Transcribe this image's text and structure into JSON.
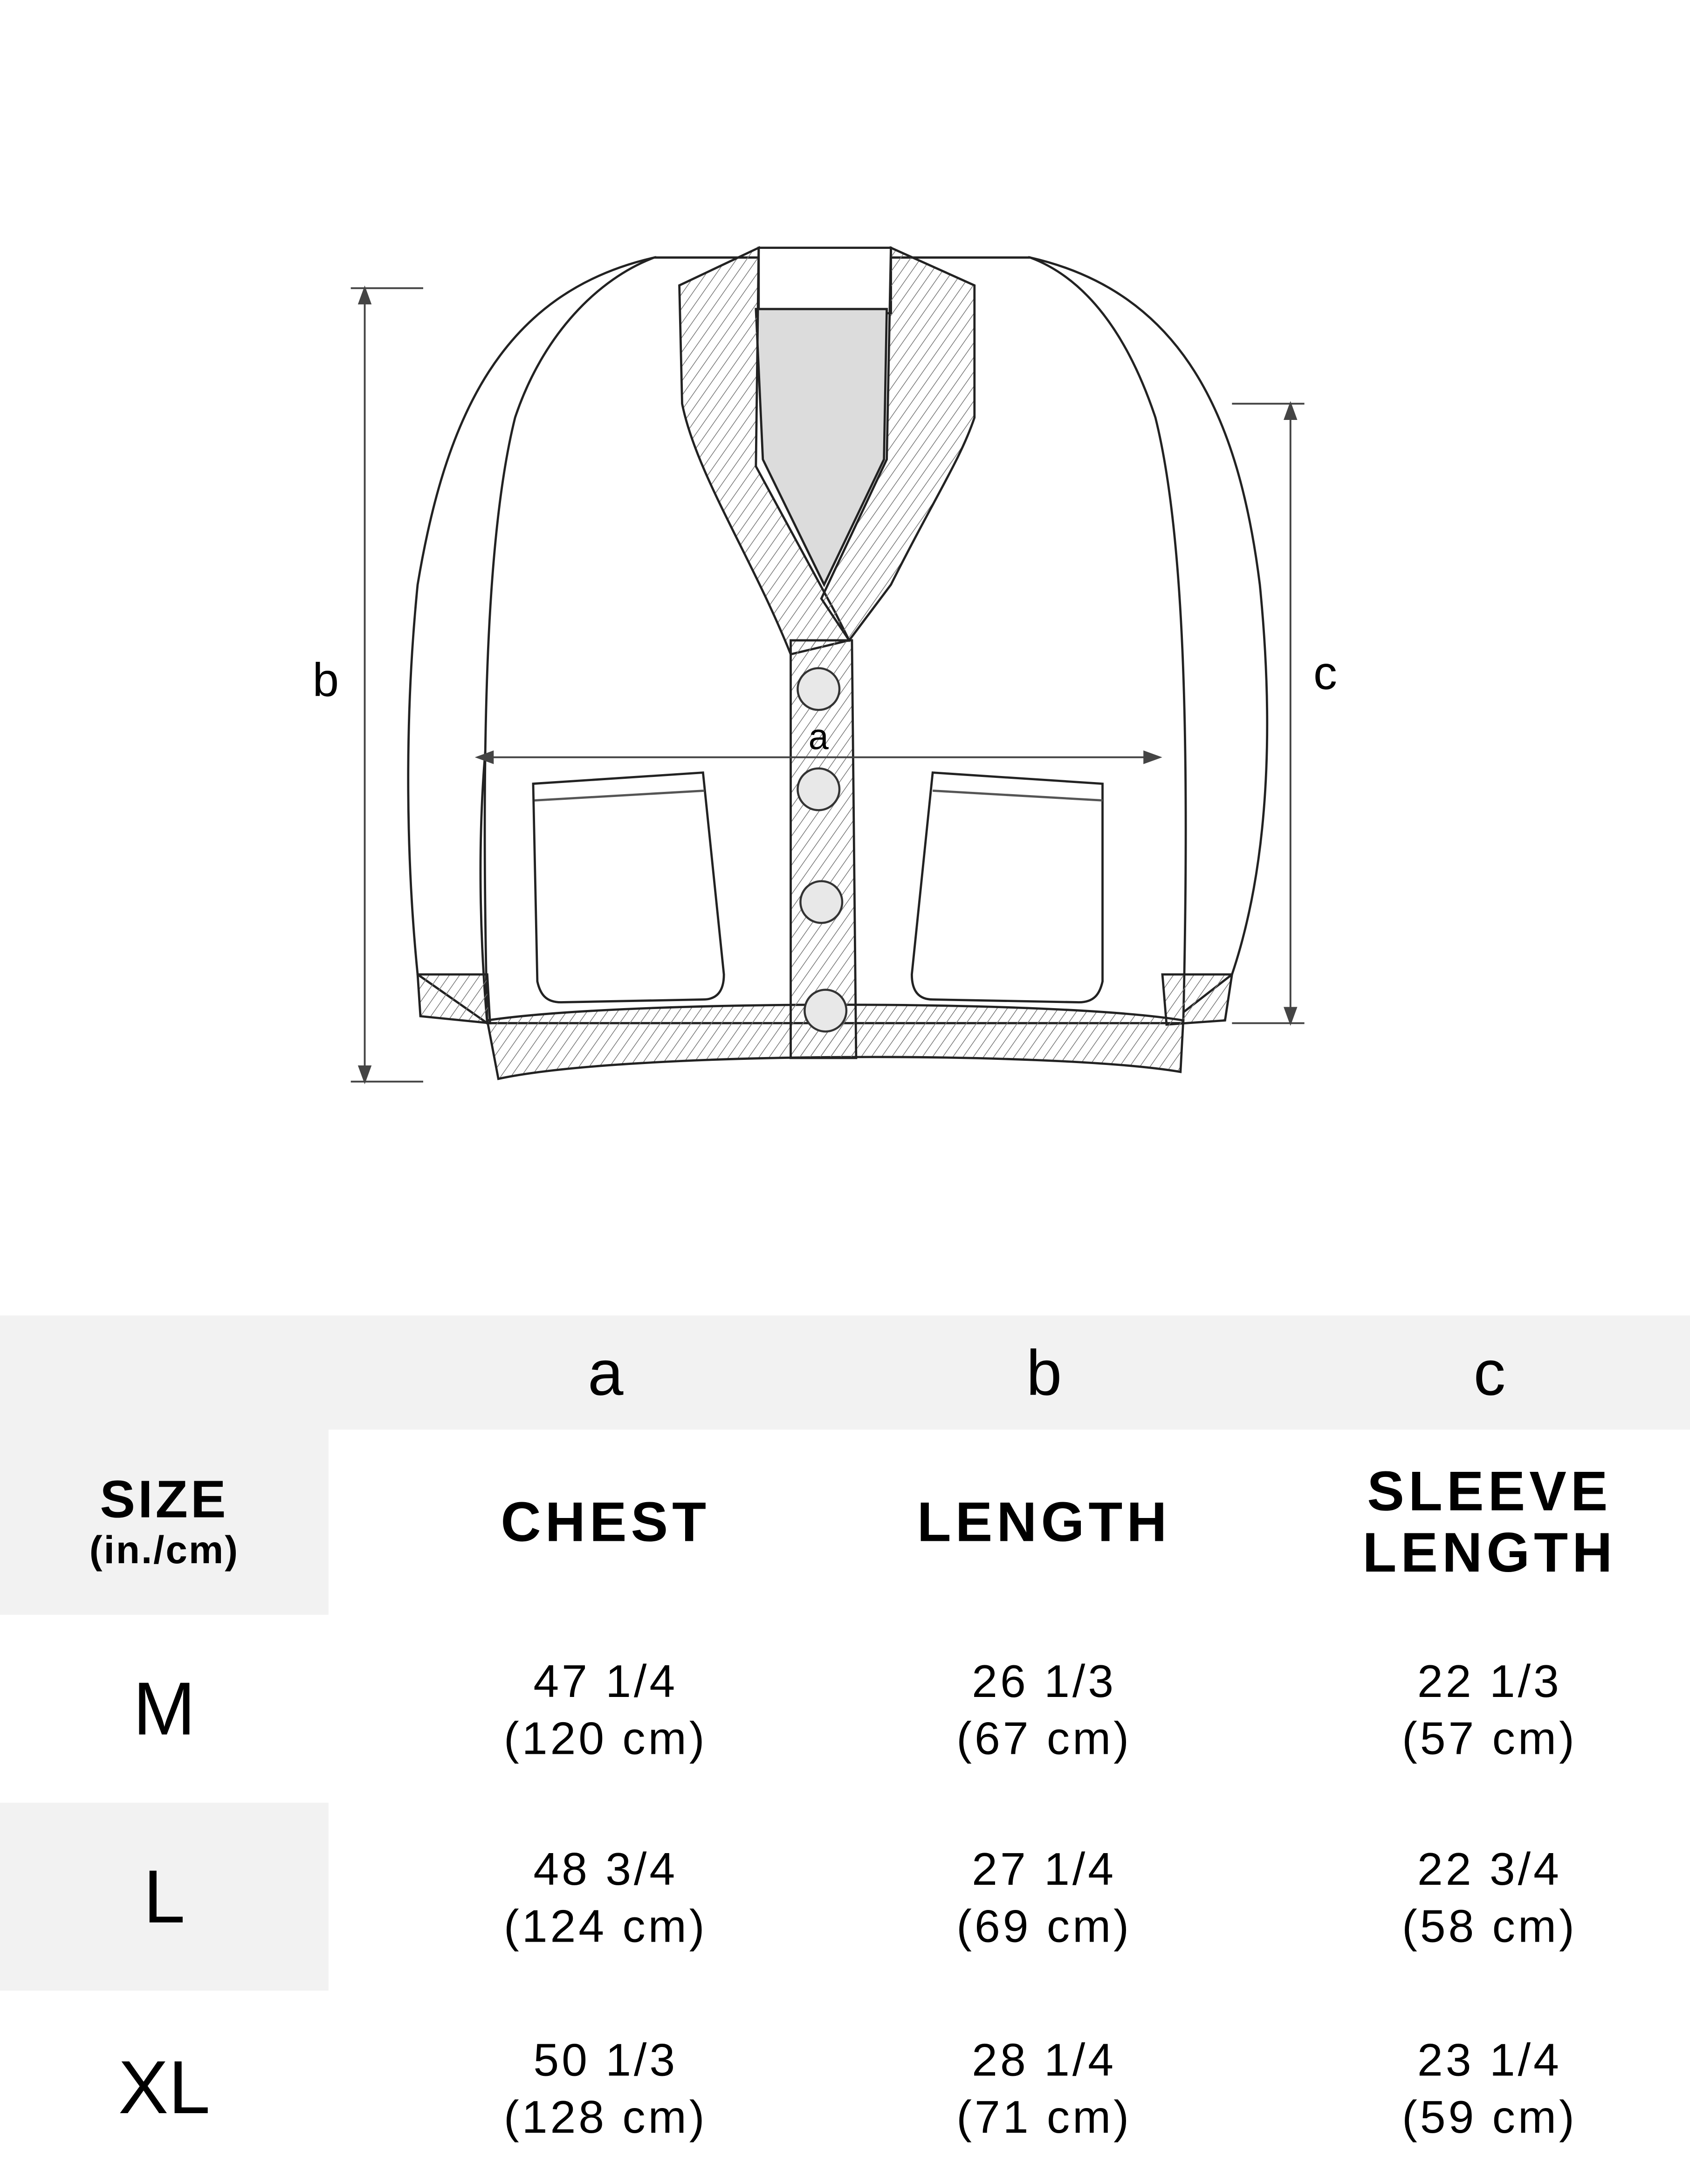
{
  "diagram": {
    "label_a": "a",
    "label_b": "b",
    "label_c": "c"
  },
  "colors": {
    "table_gray": "#f2f2f2",
    "neck_gray": "#dcdcdc"
  },
  "table": {
    "column_letters": [
      "a",
      "b",
      "c"
    ],
    "size_header": {
      "title": "SIZE",
      "unit": "(in./cm)"
    },
    "column_headers": [
      "CHEST",
      "LENGTH",
      "SLEEVE LENGTH"
    ],
    "column_headers_lines": [
      [
        "CHEST"
      ],
      [
        "LENGTH"
      ],
      [
        "SLEEVE",
        "LENGTH"
      ]
    ],
    "rows": [
      {
        "size": "M",
        "values": [
          [
            "47 1/4",
            "(120 cm)"
          ],
          [
            "26 1/3",
            "(67 cm)"
          ],
          [
            "22 1/3",
            "(57 cm)"
          ]
        ]
      },
      {
        "size": "L",
        "values": [
          [
            "48 3/4",
            "(124 cm)"
          ],
          [
            "27 1/4",
            "(69 cm)"
          ],
          [
            "22 3/4",
            "(58 cm)"
          ]
        ]
      },
      {
        "size": "XL",
        "values": [
          [
            "50 1/3",
            "(128 cm)"
          ],
          [
            "28 1/4",
            "(71 cm)"
          ],
          [
            "23 1/4",
            "(59 cm)"
          ]
        ]
      }
    ]
  }
}
